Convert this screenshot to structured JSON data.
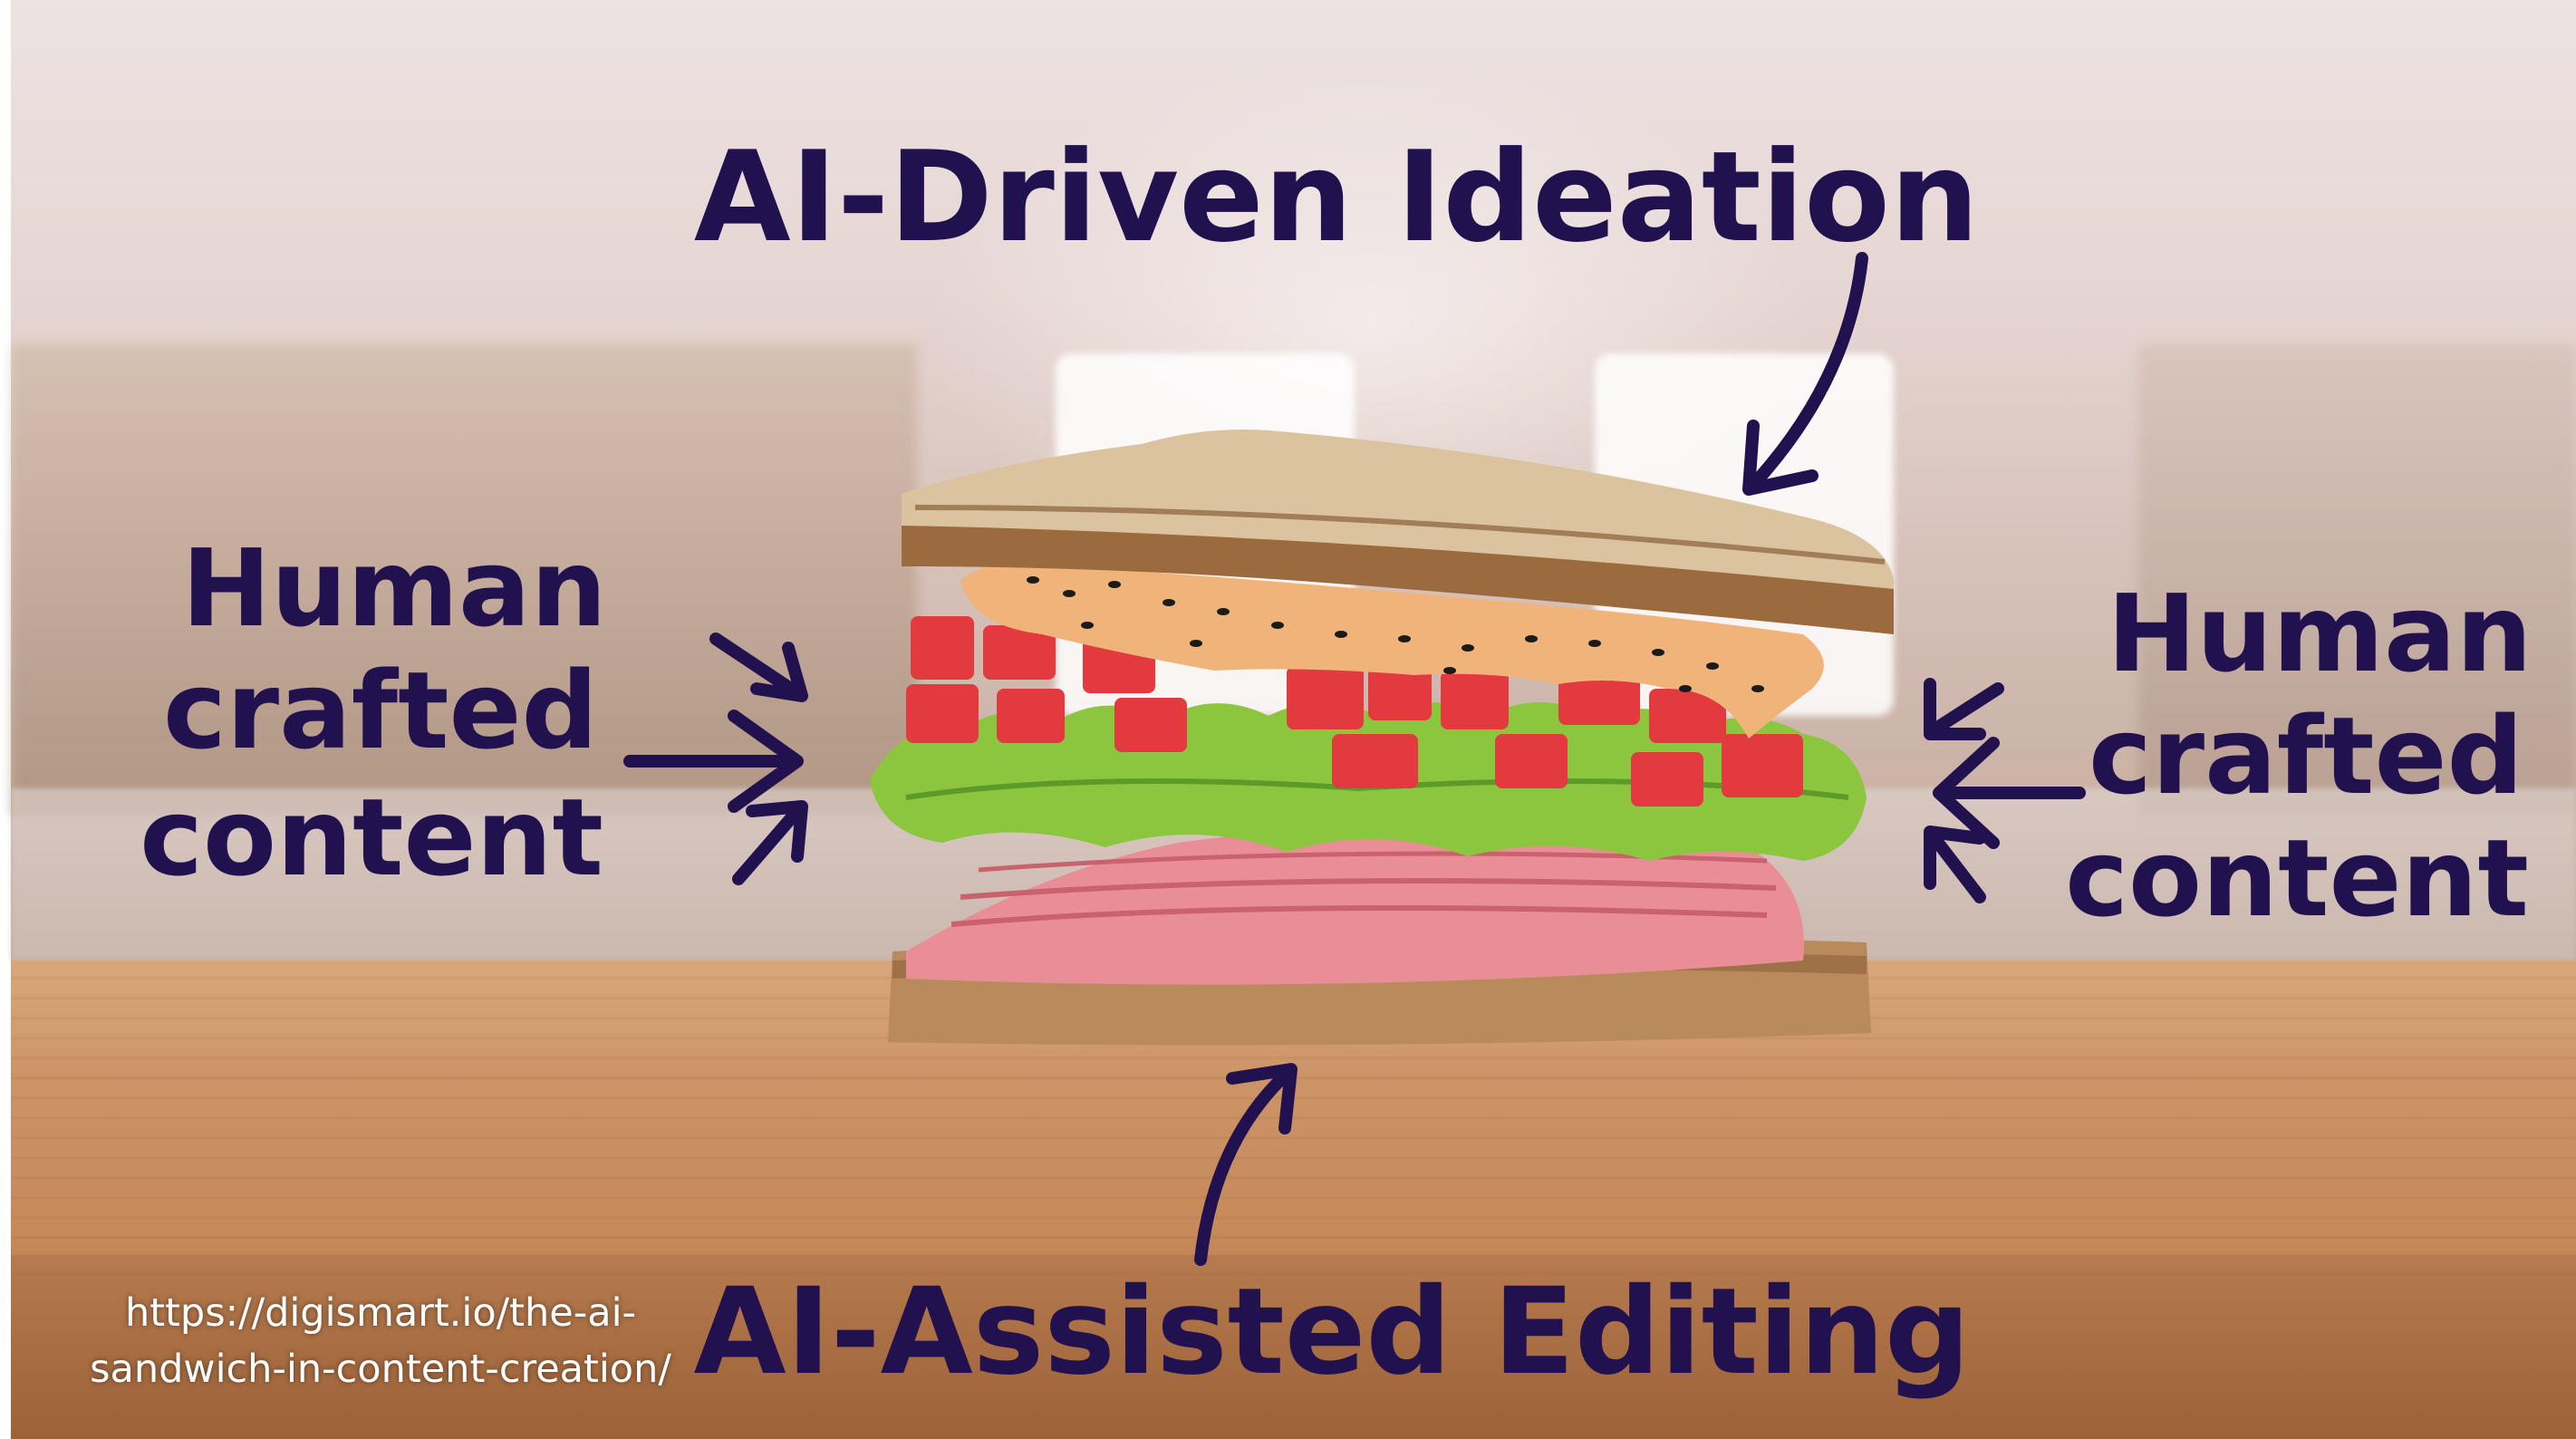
{
  "labels": {
    "top": "AI-Driven Ideation",
    "left_lines": [
      "Human",
      "crafted",
      "content"
    ],
    "right_lines": [
      "Human",
      "crafted",
      "content"
    ],
    "bottom": "AI-Assisted Editing"
  },
  "source_url_lines": [
    "https://digismart.io/the-ai-",
    "sandwich-in-content-creation/"
  ],
  "colors": {
    "label_ink": "#22114f",
    "caption_text": "#ffffff",
    "bread": "#b98a5c",
    "sauce": "#f0b47a",
    "tomato": "#e23a3e",
    "lettuce": "#8cc63f",
    "ham": "#e98e96",
    "table_wood": "#c68a5b"
  }
}
